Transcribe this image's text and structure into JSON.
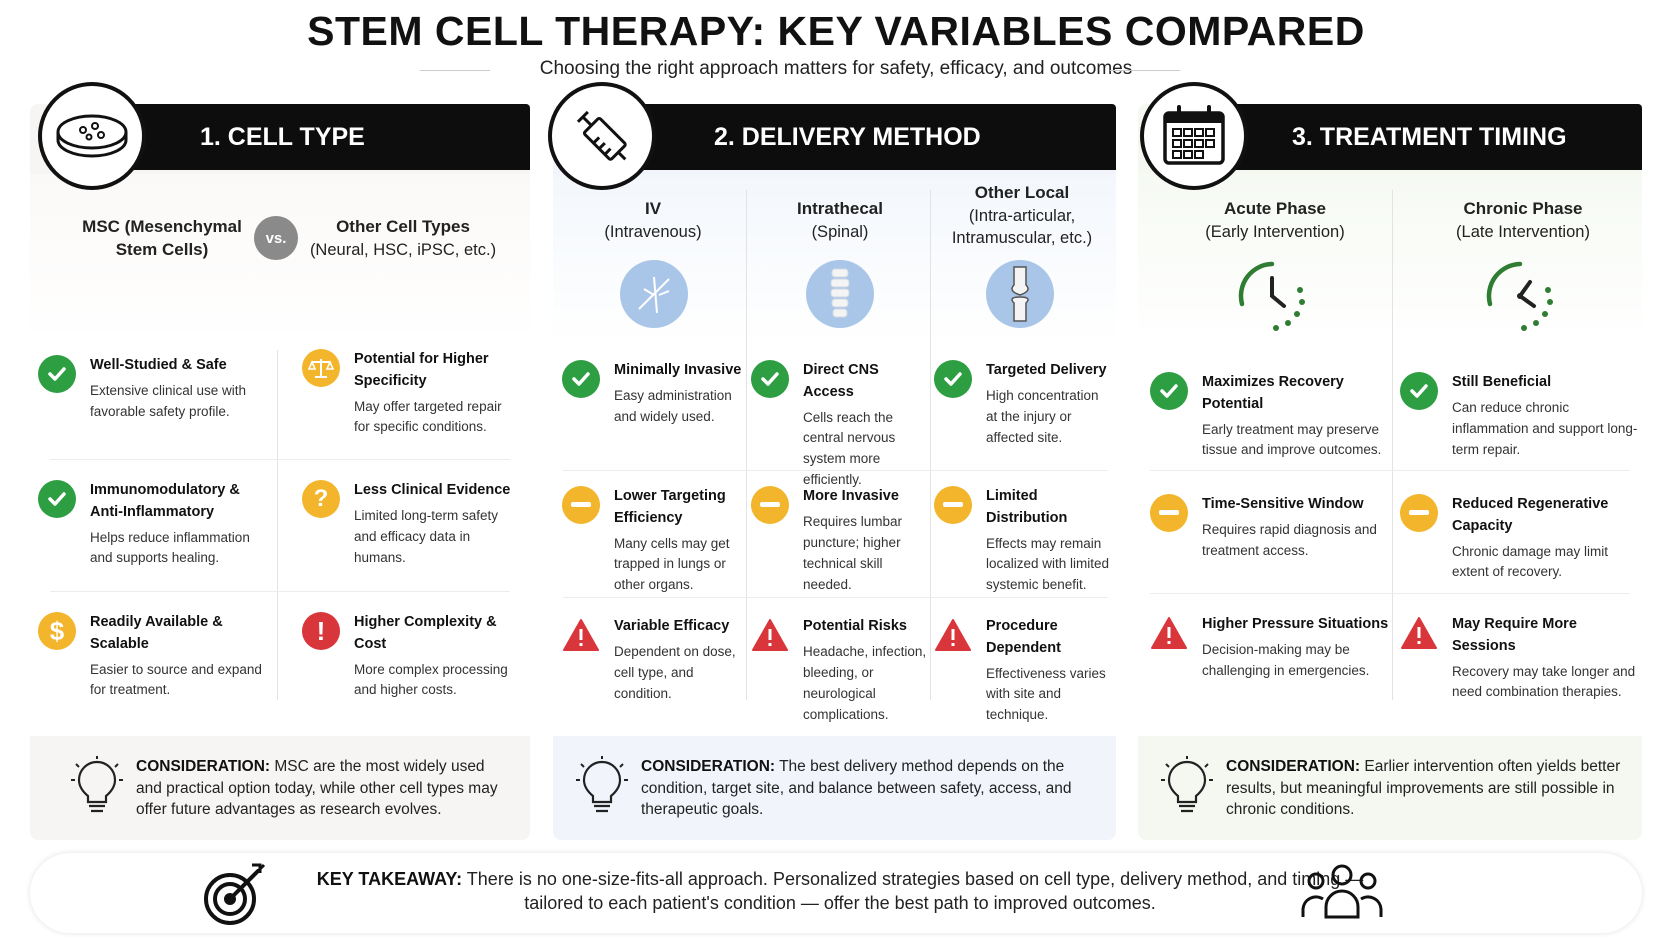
{
  "header": {
    "title": "STEM CELL THERAPY: KEY VARIABLES COMPARED",
    "subtitle": "Choosing the right approach matters for safety, efficacy, and outcomes"
  },
  "panels": [
    {
      "heading": "1. CELL TYPE",
      "icon": "petri-dish-icon",
      "columns": [
        {
          "title": "MSC (Mesenchymal Stem Cells)"
        },
        {
          "title": "Other Cell Types",
          "subtitle": "(Neural, HSC, iPSC, etc.)"
        }
      ],
      "vs_label": "vs.",
      "rows": [
        [
          {
            "status": "check",
            "title": "Well-Studied & Safe",
            "desc": "Extensive clinical use with favorable safety profile."
          },
          {
            "status": "scale",
            "title": "Potential for Higher Specificity",
            "desc": "May offer targeted repair for specific conditions."
          }
        ],
        [
          {
            "status": "check",
            "title": "Immunomodulatory & Anti-Inflammatory",
            "desc": "Helps reduce inflammation and supports healing."
          },
          {
            "status": "question",
            "title": "Less Clinical Evidence",
            "desc": "Limited long-term safety and efficacy data in humans."
          }
        ],
        [
          {
            "status": "dollar",
            "title": "Readily Available & Scalable",
            "desc": "Easier to source and expand for treatment."
          },
          {
            "status": "exclamation",
            "title": "Higher Complexity & Cost",
            "desc": "More complex processing and higher costs."
          }
        ]
      ],
      "consideration_label": "CONSIDERATION:",
      "consideration": "MSC are the most widely used and practical option today, while other cell types may offer future advantages as research evolves."
    },
    {
      "heading": "2. DELIVERY METHOD",
      "icon": "syringe-icon",
      "columns": [
        {
          "title": "IV",
          "subtitle": "(Intravenous)"
        },
        {
          "title": "Intrathecal",
          "subtitle": "(Spinal)"
        },
        {
          "title": "Other Local",
          "subtitle": "(Intra-articular, Intramuscular, etc.)"
        }
      ],
      "rows": [
        [
          {
            "status": "check",
            "title": "Minimally Invasive",
            "desc": "Easy administration and widely used."
          },
          {
            "status": "check",
            "title": "Direct CNS Access",
            "desc": "Cells reach the central nervous system more efficiently."
          },
          {
            "status": "check",
            "title": "Targeted Delivery",
            "desc": "High concentration at the injury or affected site."
          }
        ],
        [
          {
            "status": "minus",
            "title": "Lower Targeting Efficiency",
            "desc": "Many cells may get trapped in lungs or other organs."
          },
          {
            "status": "minus",
            "title": "More Invasive",
            "desc": "Requires lumbar puncture; higher technical skill needed."
          },
          {
            "status": "minus",
            "title": "Limited Distribution",
            "desc": "Effects may remain localized with limited systemic benefit."
          }
        ],
        [
          {
            "status": "warning",
            "title": "Variable Efficacy",
            "desc": "Dependent on dose, cell type, and condition."
          },
          {
            "status": "warning",
            "title": "Potential Risks",
            "desc": "Headache, infection, bleeding, or neurological complications."
          },
          {
            "status": "warning",
            "title": "Procedure Dependent",
            "desc": "Effectiveness varies with site and technique."
          }
        ]
      ],
      "consideration_label": "CONSIDERATION:",
      "consideration": "The best delivery method depends on the condition, target site, and balance between safety, access, and therapeutic goals."
    },
    {
      "heading": "3. TREATMENT TIMING",
      "icon": "calendar-icon",
      "columns": [
        {
          "title": "Acute Phase",
          "subtitle": "(Early Intervention)"
        },
        {
          "title": "Chronic Phase",
          "subtitle": "(Late Intervention)"
        }
      ],
      "rows": [
        [
          {
            "status": "check",
            "title": "Maximizes Recovery Potential",
            "desc": "Early treatment may preserve tissue and improve outcomes."
          },
          {
            "status": "check",
            "title": "Still Beneficial",
            "desc": "Can reduce chronic inflammation and support long-term repair."
          }
        ],
        [
          {
            "status": "minus",
            "title": "Time-Sensitive Window",
            "desc": "Requires rapid diagnosis and treatment access."
          },
          {
            "status": "minus",
            "title": "Reduced Regenerative Capacity",
            "desc": "Chronic damage may limit extent of recovery."
          }
        ],
        [
          {
            "status": "warning",
            "title": "Higher Pressure Situations",
            "desc": "Decision-making may be challenging in emergencies."
          },
          {
            "status": "warning",
            "title": "May Require More Sessions",
            "desc": "Recovery may take longer and need combination therapies."
          }
        ]
      ],
      "consideration_label": "CONSIDERATION:",
      "consideration": "Earlier intervention often yields better results, but meaningful improvements are still possible in chronic conditions."
    }
  ],
  "takeaway": {
    "label": "KEY TAKEAWAY:",
    "text": "There is no one-size-fits-all approach. Personalized strategies based on cell type, delivery method, and timing — tailored to each patient's condition — offer the best path to improved outcomes."
  },
  "colors": {
    "check": "#2e9e43",
    "caution": "#f2b52b",
    "risk": "#d9363b",
    "banner": "#0d0d0d"
  }
}
